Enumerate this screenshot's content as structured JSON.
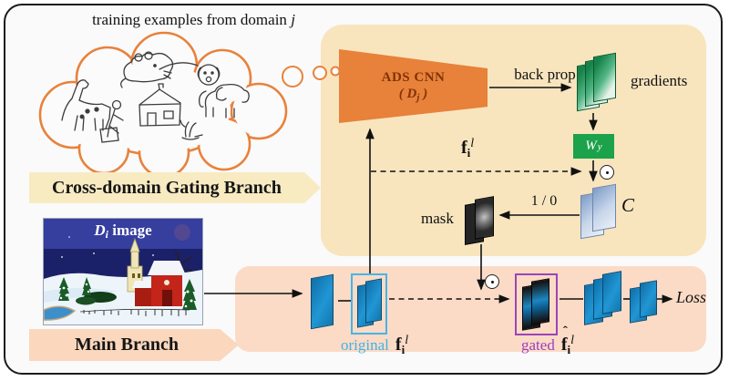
{
  "colors": {
    "accent_orange": "#E8813A",
    "cloud_outline": "#E8823C",
    "gating_bg": "#F8E5BE",
    "gating_banner_bg": "#F8EBC2",
    "main_bg": "#FBDBC6",
    "main_banner_bg": "#FAD7BD",
    "weight_green": "#1CA24A",
    "feature_blue": "#1B84C0",
    "original_outline": "#45B5E8",
    "gated_outline": "#9C44B8",
    "ads_text": "#7F3408"
  },
  "cloud": {
    "caption_prefix": "training examples from domain ",
    "caption_italic": "j"
  },
  "gating": {
    "banner_label": "Cross-domain Gating Branch",
    "ads_cnn_line1": "ADS CNN",
    "ads_cnn_open": "( ",
    "ads_cnn_d": "D",
    "ads_cnn_sub": "j",
    "ads_cnn_close": " )",
    "back_prop_label": "back prop",
    "gradients_label": "gradients",
    "weight_w": "W",
    "weight_sup": "y",
    "feature_f": "f",
    "feature_sub": "i",
    "feature_sup": "l",
    "mask_label": "mask",
    "one_zero_label": "1 / 0",
    "c_label": "C"
  },
  "main": {
    "banner_label": "Main Branch",
    "image_d": "D",
    "image_sub": "i",
    "image_suffix": " image",
    "original_label": "original",
    "orig_f": "f",
    "orig_sub": "i",
    "orig_sup": "l",
    "gated_label": "gated",
    "gated_hat": "ˆ",
    "gated_f": "f",
    "gated_sub": "i",
    "gated_sup": "l",
    "loss_label": "Loss"
  }
}
